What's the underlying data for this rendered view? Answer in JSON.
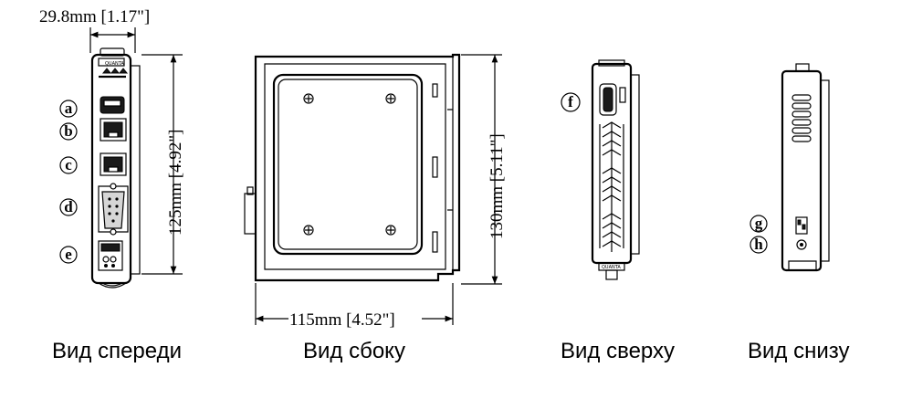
{
  "dimensions": {
    "front_width": "29.8mm [1.17\"]",
    "front_height": "125mm [4.92\"]",
    "side_height": "130mm [5.11\"]",
    "side_depth": "115mm [4.52\"]"
  },
  "callouts": {
    "a": "a",
    "b": "b",
    "c": "c",
    "d": "d",
    "e": "e",
    "f": "f",
    "g": "g",
    "h": "h"
  },
  "captions": {
    "front": "Вид спереди",
    "side": "Вид сбоку",
    "top": "Вид сверху",
    "bottom": "Вид снизу"
  }
}
